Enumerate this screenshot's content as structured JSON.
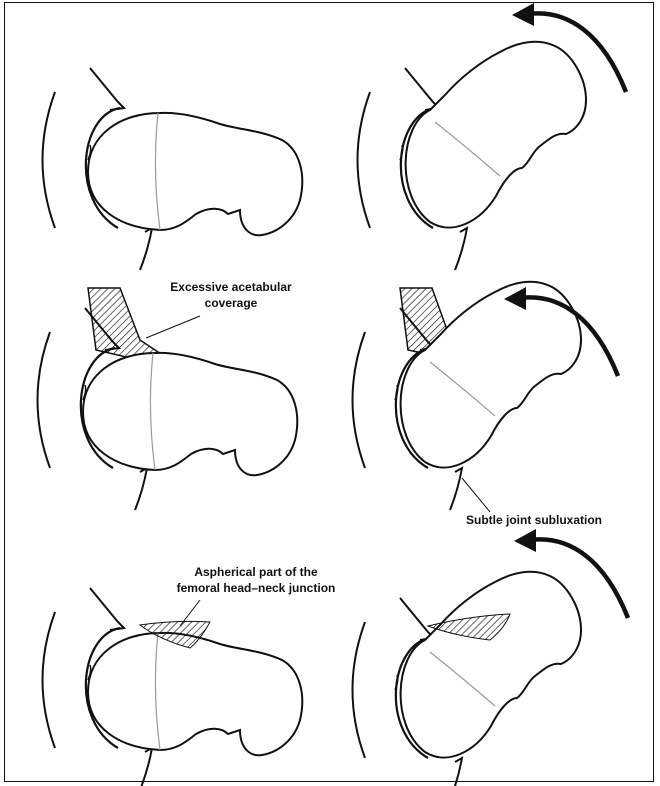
{
  "annotations": {
    "excessive_coverage": {
      "line1": "Excessive acetabular",
      "line2": "coverage"
    },
    "subluxation": "Subtle joint subluxation",
    "aspherical": {
      "line1": "Aspherical part of the",
      "line2": "femoral head–neck junction"
    }
  },
  "colors": {
    "ink": "#111111",
    "physis_line": "#9a9a9a",
    "background": "#ffffff"
  },
  "icons": {
    "rotation_arrow": "curved-arrow-icon"
  }
}
